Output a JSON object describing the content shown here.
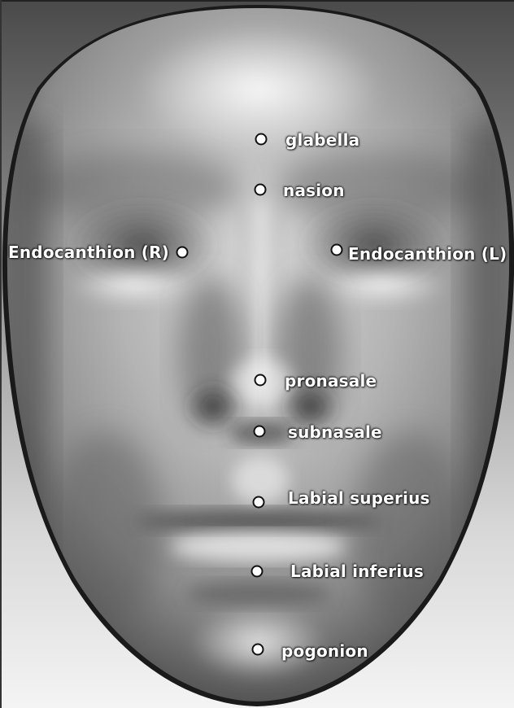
{
  "landmarks": [
    {
      "id": "glabella",
      "label": "glabella"
    },
    {
      "id": "nasion",
      "label": "nasion"
    },
    {
      "id": "endocanthion-r",
      "label": "Endocanthion (R)"
    },
    {
      "id": "endocanthion-l",
      "label": "Endocanthion (L)"
    },
    {
      "id": "pronasale",
      "label": "pronasale"
    },
    {
      "id": "subnasale",
      "label": "subnasale"
    },
    {
      "id": "labial-superius",
      "label": "Labial superius"
    },
    {
      "id": "labial-inferius",
      "label": "Labial inferius"
    },
    {
      "id": "pogonion",
      "label": "pogonion"
    }
  ],
  "colors": {
    "label_text": "#ffffff",
    "marker_fill": "#ffffff",
    "marker_stroke": "#111111",
    "face_light": "#f2f2f2",
    "face_shadow": "#3a3a3a"
  }
}
